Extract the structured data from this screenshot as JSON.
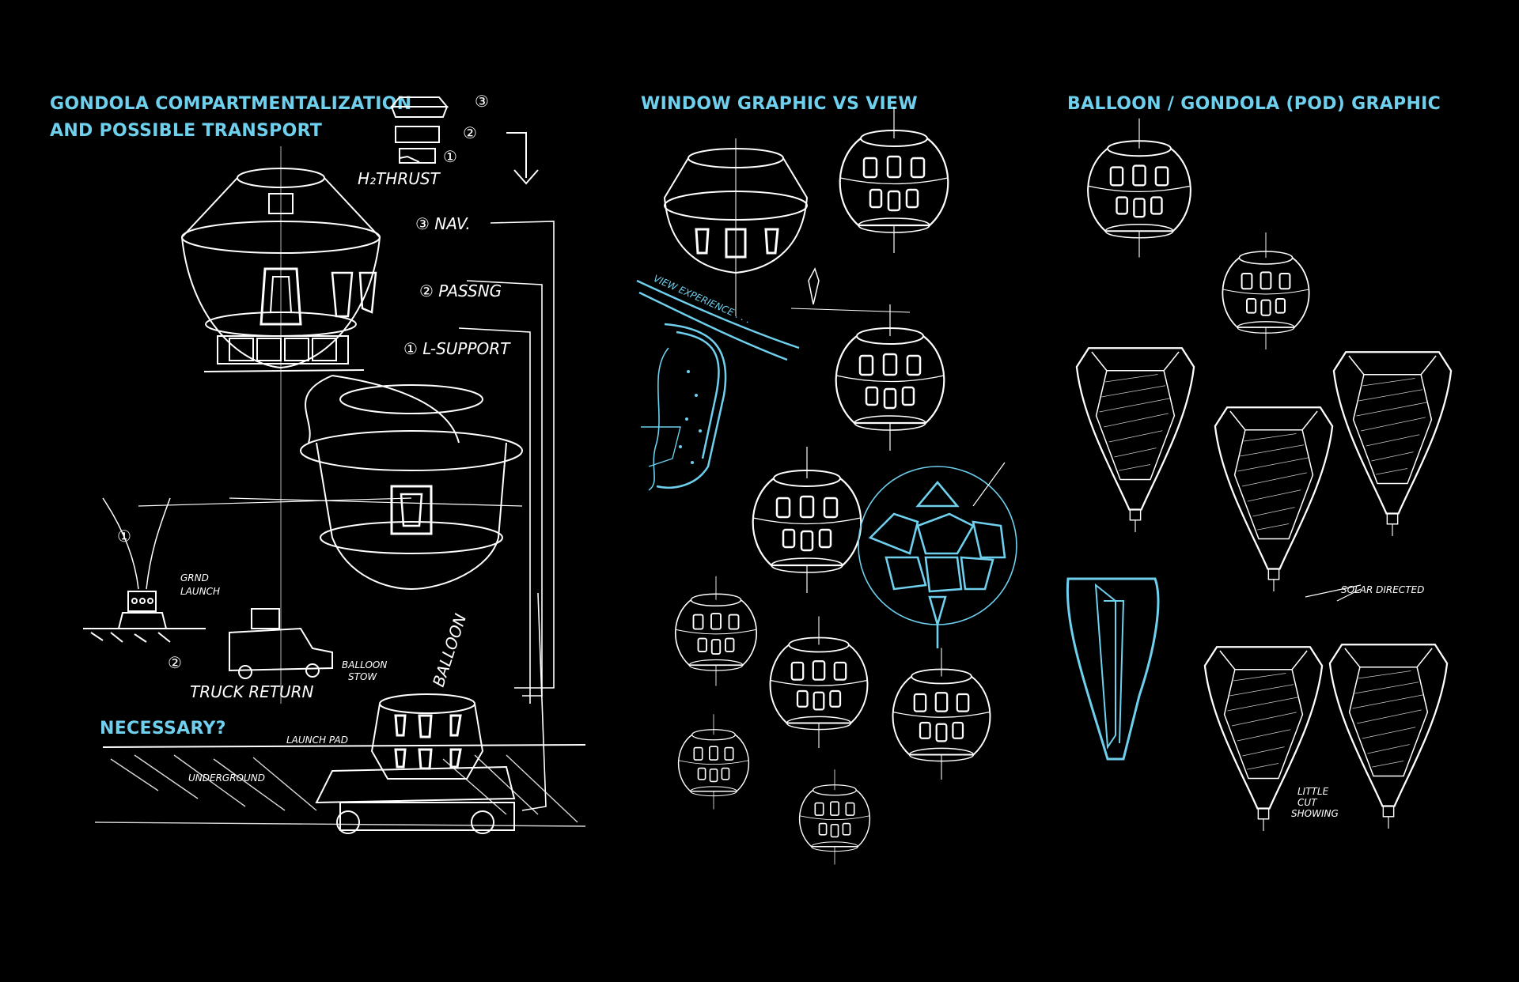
{
  "sections": {
    "compartment": {
      "title_line1": "GONDOLA COMPARTMENTALIZATION",
      "title_line2": "AND POSSIBLE TRANSPORT",
      "necessary": "NECESSARY?",
      "notes": {
        "h2thrust": "H₂THRUST",
        "nav": "③ NAV.",
        "passng": "② PASSNG",
        "lsupport": "① L-SUPPORT",
        "grnd_launch_1": "GRND",
        "grnd_launch_2": "LAUNCH",
        "balloon_stow_1": "BALLOON",
        "balloon_stow_2": "STOW",
        "truck_return": "TRUCK RETURN",
        "balloon": "BALLOON",
        "launch_pad": "LAUNCH PAD",
        "underground": "UNDERGROUND",
        "step1": "①",
        "step2": "②",
        "stack3": "③",
        "stack2": "②",
        "stack1": "①"
      }
    },
    "window": {
      "title": "WINDOW GRAPHIC VS VIEW",
      "notes": {
        "view_experience": "VIEW EXPERIENCE . . ."
      }
    },
    "balloon": {
      "title": "BALLOON / GONDOLA (POD) GRAPHIC",
      "notes": {
        "solar_directed": "SOLAR DIRECTED",
        "little_1": "LITTLE",
        "little_2": "CUT",
        "little_3": "SHOWING"
      }
    }
  },
  "colors": {
    "background": "#000000",
    "accent": "#6fd0ee",
    "ink": "#ffffff"
  }
}
